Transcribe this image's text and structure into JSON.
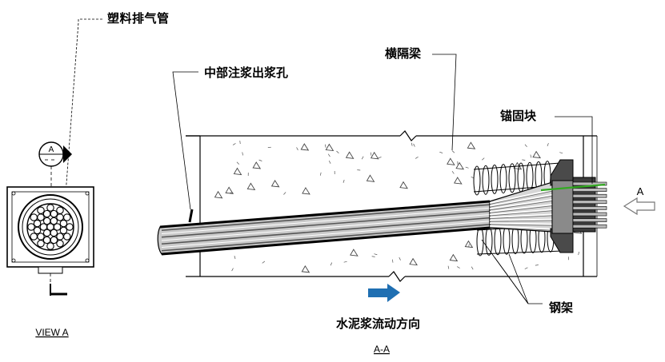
{
  "labels": {
    "plastic_vent_pipe": "塑料排气管",
    "middle_grout_outlet": "中部注浆出浆孔",
    "cross_beam": "横隔梁",
    "anchor_block": "锚固块",
    "steel_frame": "钢架",
    "grout_flow_direction": "水泥浆流动方向",
    "view_a_caption": "VIEW A",
    "section_caption": "A-A",
    "section_marker_letter": "A",
    "view_arrow_letter": "A"
  },
  "colors": {
    "line": "#000000",
    "duct_gray": "#6f6f6f",
    "concrete_fill": "#ffffff",
    "flow_arrow": "#1f6fb2",
    "green_strand": "#33aa22",
    "anchor_dark": "#3c3c3c"
  },
  "icons": {
    "flow_arrow": "arrow-right-icon",
    "view_arrow": "arrow-left-outline-icon",
    "section_marker": "section-cut-marker-icon"
  }
}
